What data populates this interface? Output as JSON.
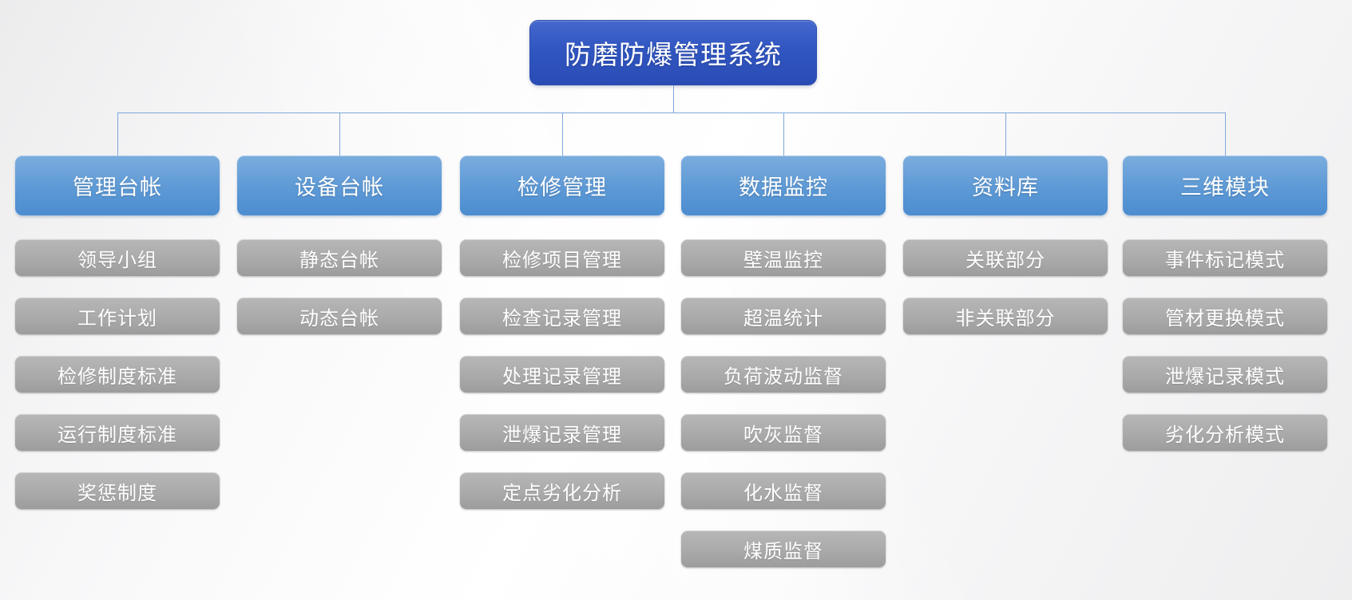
{
  "diagram": {
    "title": "防磨防爆管理系统",
    "columns": [
      {
        "header": "管理台帐",
        "children": [
          "领导小组",
          "工作计划",
          "检修制度标准",
          "运行制度标准",
          "奖惩制度"
        ]
      },
      {
        "header": "设备台帐",
        "children": [
          "静态台帐",
          "动态台帐"
        ]
      },
      {
        "header": "检修管理",
        "children": [
          "检修项目管理",
          "检查记录管理",
          "处理记录管理",
          "泄爆记录管理",
          "定点劣化分析"
        ]
      },
      {
        "header": "数据监控",
        "children": [
          "壁温监控",
          "超温统计",
          "负荷波动监督",
          "吹灰监督",
          "化水监督",
          "煤质监督"
        ]
      },
      {
        "header": "资料库",
        "children": [
          "关联部分",
          "非关联部分"
        ]
      },
      {
        "header": "三维模块",
        "children": [
          "事件标记模式",
          "管材更换模式",
          "泄爆记录模式",
          "劣化分析模式"
        ]
      }
    ],
    "colors": {
      "title_box": "#3156c1",
      "header_box": "#5b9bd5",
      "child_box": "#a9a9a9",
      "connector": "#7ea8d9",
      "text": "#ffffff",
      "background": "#f5f5f6"
    }
  }
}
